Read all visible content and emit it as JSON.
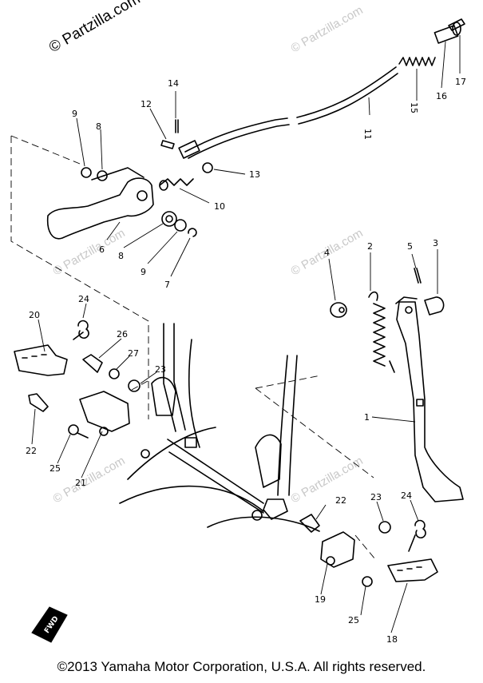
{
  "watermark": {
    "top_left": "© Partzilla.com",
    "repeat": "© Partzilla.com"
  },
  "callouts": {
    "c1": "1",
    "c2": "2",
    "c3": "3",
    "c4": "4",
    "c5": "5",
    "c6": "6",
    "c7": "7",
    "c8a": "8",
    "c8b": "8",
    "c9a": "9",
    "c9b": "9",
    "c10": "10",
    "c11": "11",
    "c12": "12",
    "c13": "13",
    "c14": "14",
    "c15": "15",
    "c16": "16",
    "c17": "17",
    "c18": "18",
    "c19": "19",
    "c20": "20",
    "c21": "21",
    "c22a": "22",
    "c22b": "22",
    "c23a": "23",
    "c23b": "23",
    "c24a": "24",
    "c24b": "24",
    "c25a": "25",
    "c25b": "25",
    "c26": "26",
    "c27": "27"
  },
  "fwd_marker": "FWD",
  "footer": "©2013  Yamaha Motor Corporation, U.S.A. All rights reserved."
}
